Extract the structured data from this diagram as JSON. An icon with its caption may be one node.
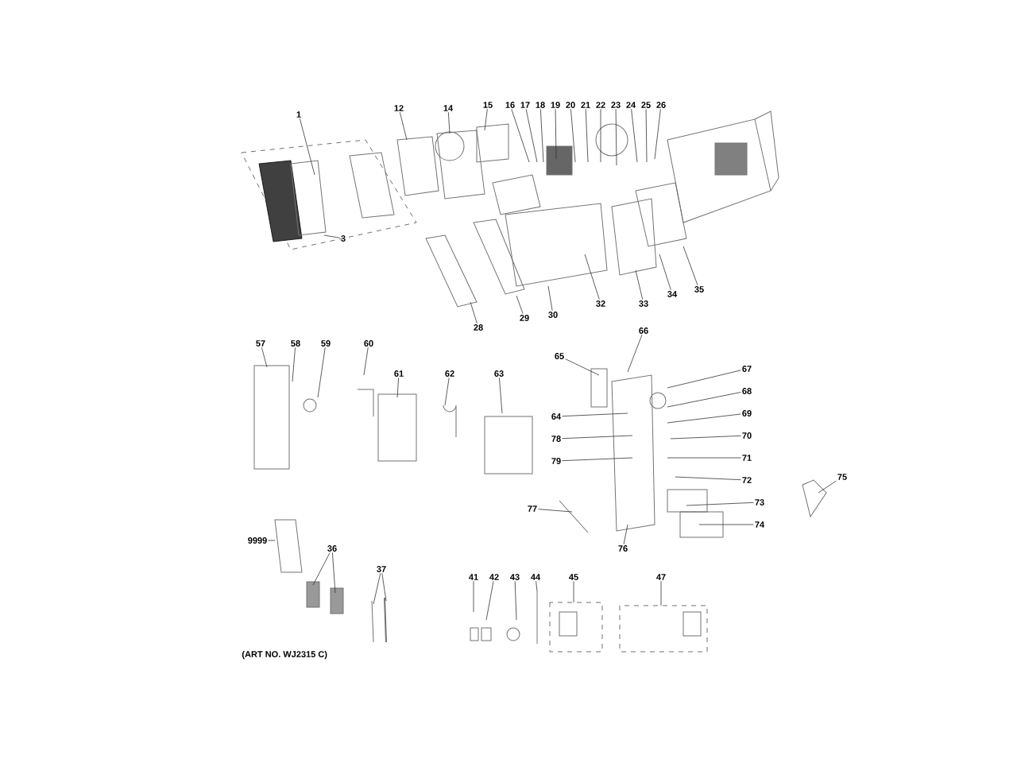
{
  "diagram": {
    "nodes": [
      {
        "text": [
          "1"
        ]
      },
      {
        "text": [
          "3"
        ]
      },
      {
        "text": [
          "12"
        ]
      },
      {
        "text": [
          "14"
        ]
      },
      {
        "text": [
          "15"
        ]
      },
      {
        "text": [
          "16"
        ]
      },
      {
        "text": [
          "17"
        ]
      },
      {
        "text": [
          "18"
        ]
      },
      {
        "text": [
          "19"
        ]
      },
      {
        "text": [
          "20"
        ]
      },
      {
        "text": [
          "21"
        ]
      },
      {
        "text": [
          "22"
        ]
      },
      {
        "text": [
          "23"
        ]
      },
      {
        "text": [
          "24"
        ]
      },
      {
        "text": [
          "25"
        ]
      },
      {
        "text": [
          "26"
        ]
      },
      {
        "text": [
          "28"
        ]
      },
      {
        "text": [
          "29"
        ]
      },
      {
        "text": [
          "30"
        ]
      },
      {
        "text": [
          "32"
        ]
      },
      {
        "text": [
          "33"
        ]
      },
      {
        "text": [
          "34"
        ]
      },
      {
        "text": [
          "35"
        ]
      },
      {
        "text": [
          "57"
        ]
      },
      {
        "text": [
          "58"
        ]
      },
      {
        "text": [
          "59"
        ]
      },
      {
        "text": [
          "60"
        ]
      },
      {
        "text": [
          "61"
        ]
      },
      {
        "text": [
          "62"
        ]
      },
      {
        "text": [
          "63"
        ]
      },
      {
        "text": [
          "65"
        ]
      },
      {
        "text": [
          "66"
        ]
      },
      {
        "text": [
          "67"
        ]
      },
      {
        "text": [
          "64"
        ]
      },
      {
        "text": [
          "68"
        ]
      },
      {
        "text": [
          "78"
        ]
      },
      {
        "text": [
          "69"
        ]
      },
      {
        "text": [
          "79"
        ]
      },
      {
        "text": [
          "70"
        ]
      },
      {
        "text": [
          "71"
        ]
      },
      {
        "text": [
          "72"
        ]
      },
      {
        "text": [
          "73"
        ]
      },
      {
        "text": [
          "77"
        ]
      },
      {
        "text": [
          "74"
        ]
      },
      {
        "text": [
          "75"
        ]
      },
      {
        "text": [
          "76"
        ]
      },
      {
        "text": [
          "9999"
        ]
      },
      {
        "text": [
          "36"
        ]
      },
      {
        "text": [
          "37"
        ]
      },
      {
        "text": [
          "41"
        ]
      },
      {
        "text": [
          "42"
        ]
      },
      {
        "text": [
          "43"
        ]
      },
      {
        "text": [
          "44"
        ]
      },
      {
        "text": [
          "45"
        ]
      },
      {
        "text": [
          "47"
        ]
      }
    ],
    "edges": [
      {
        "from": 0,
        "to": null,
        "arrow": "none"
      },
      {
        "from": 1,
        "to": null,
        "arrow": "none"
      },
      {
        "from": 2,
        "to": null,
        "arrow": "none"
      },
      {
        "from": 3,
        "to": null,
        "arrow": "none"
      },
      {
        "from": 4,
        "to": null,
        "arrow": "none"
      },
      {
        "from": 5,
        "to": null,
        "arrow": "none"
      },
      {
        "from": 6,
        "to": null,
        "arrow": "none"
      },
      {
        "from": 7,
        "to": null,
        "arrow": "none"
      },
      {
        "from": 8,
        "to": null,
        "arrow": "none"
      },
      {
        "from": 9,
        "to": null,
        "arrow": "none"
      },
      {
        "from": 10,
        "to": null,
        "arrow": "none"
      },
      {
        "from": 11,
        "to": null,
        "arrow": "none"
      },
      {
        "from": 12,
        "to": null,
        "arrow": "none"
      },
      {
        "from": 13,
        "to": null,
        "arrow": "none"
      },
      {
        "from": 14,
        "to": null,
        "arrow": "none"
      },
      {
        "from": 15,
        "to": null,
        "arrow": "none"
      },
      {
        "from": 16,
        "to": null,
        "arrow": "none"
      },
      {
        "from": 17,
        "to": null,
        "arrow": "none"
      },
      {
        "from": 18,
        "to": null,
        "arrow": "none"
      },
      {
        "from": 19,
        "to": null,
        "arrow": "none"
      },
      {
        "from": 20,
        "to": null,
        "arrow": "none"
      },
      {
        "from": 21,
        "to": null,
        "arrow": "none"
      },
      {
        "from": 22,
        "to": null,
        "arrow": "none"
      },
      {
        "from": 23,
        "to": null,
        "arrow": "none"
      },
      {
        "from": 24,
        "to": null,
        "arrow": "none"
      },
      {
        "from": 25,
        "to": null,
        "arrow": "none"
      },
      {
        "from": 26,
        "to": null,
        "arrow": "none"
      },
      {
        "from": 27,
        "to": null,
        "arrow": "none"
      },
      {
        "from": 28,
        "to": null,
        "arrow": "none"
      },
      {
        "from": 29,
        "to": null,
        "arrow": "none"
      },
      {
        "from": 30,
        "to": null,
        "arrow": "none"
      },
      {
        "from": 31,
        "to": null,
        "arrow": "none"
      },
      {
        "from": 32,
        "to": null,
        "arrow": "none"
      },
      {
        "from": 33,
        "to": null,
        "arrow": "none"
      },
      {
        "from": 34,
        "to": null,
        "arrow": "none"
      },
      {
        "from": 35,
        "to": null,
        "arrow": "none"
      },
      {
        "from": 36,
        "to": null,
        "arrow": "none"
      },
      {
        "from": 37,
        "to": null,
        "arrow": "none"
      },
      {
        "from": 38,
        "to": null,
        "arrow": "none"
      },
      {
        "from": 39,
        "to": null,
        "arrow": "none"
      },
      {
        "from": 40,
        "to": null,
        "arrow": "none"
      },
      {
        "from": 41,
        "to": null,
        "arrow": "none"
      },
      {
        "from": 42,
        "to": null,
        "arrow": "none"
      },
      {
        "from": 43,
        "to": null,
        "arrow": "none"
      },
      {
        "from": 44,
        "to": null,
        "arrow": "none"
      },
      {
        "from": 45,
        "to": null,
        "arrow": "none"
      },
      {
        "from": 46,
        "to": null,
        "arrow": "none"
      },
      {
        "from": 47,
        "to": null,
        "arrow": "none"
      },
      {
        "from": 47,
        "to": null,
        "arrow": "none"
      },
      {
        "from": 48,
        "to": null,
        "arrow": "none"
      },
      {
        "from": 48,
        "to": null,
        "arrow": "none"
      },
      {
        "from": 49,
        "to": null,
        "arrow": "none"
      },
      {
        "from": 50,
        "to": null,
        "arrow": "none"
      },
      {
        "from": 51,
        "to": null,
        "arrow": "none"
      },
      {
        "from": 52,
        "to": null,
        "arrow": "none"
      },
      {
        "from": 53,
        "to": null,
        "arrow": "none"
      },
      {
        "from": 54,
        "to": null,
        "arrow": "none"
      }
    ],
    "labels": [
      "(ART NO. WJ2315 C)"
    ]
  }
}
